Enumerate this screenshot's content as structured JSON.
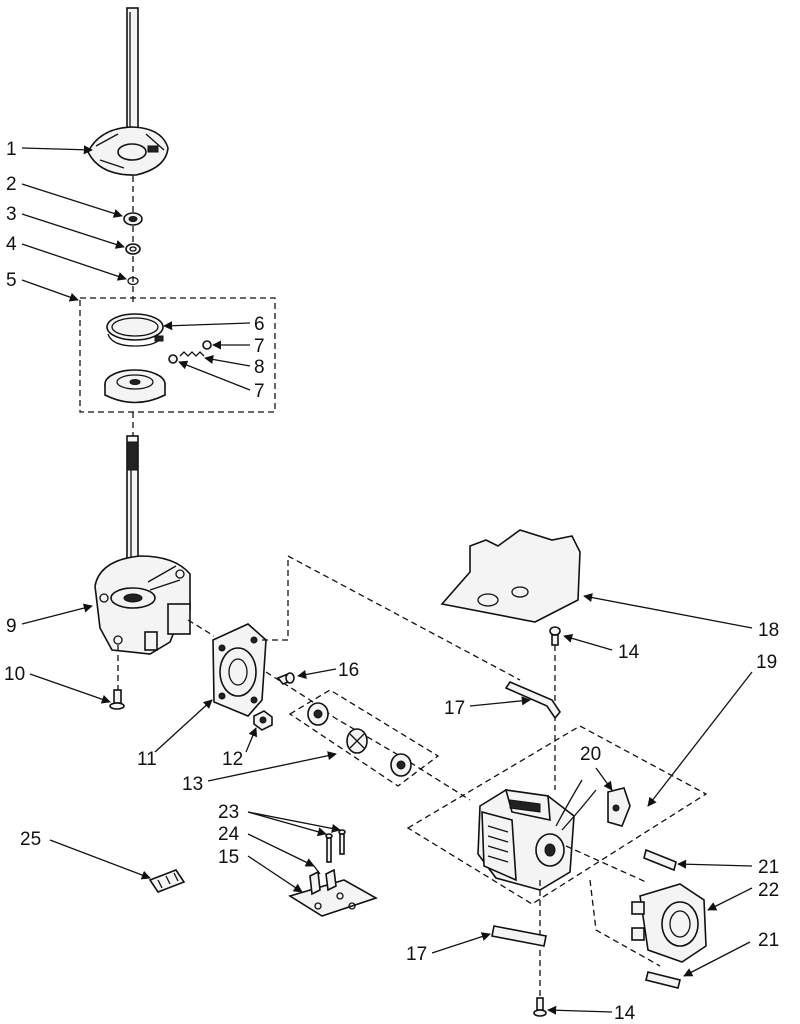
{
  "diagram": {
    "labels": {
      "p1": "1",
      "p2": "2",
      "p3": "3",
      "p4": "4",
      "p5": "5",
      "p6": "6",
      "p7a": "7",
      "p8": "8",
      "p7b": "7",
      "p9": "9",
      "p10": "10",
      "p11": "11",
      "p12": "12",
      "p13": "13",
      "p14a": "14",
      "p14b": "14",
      "p15": "15",
      "p16": "16",
      "p17a": "17",
      "p17b": "17",
      "p18": "18",
      "p19": "19",
      "p20": "20",
      "p21a": "21",
      "p21b": "21",
      "p22": "22",
      "p23": "23",
      "p24": "24",
      "p25": "25"
    }
  }
}
